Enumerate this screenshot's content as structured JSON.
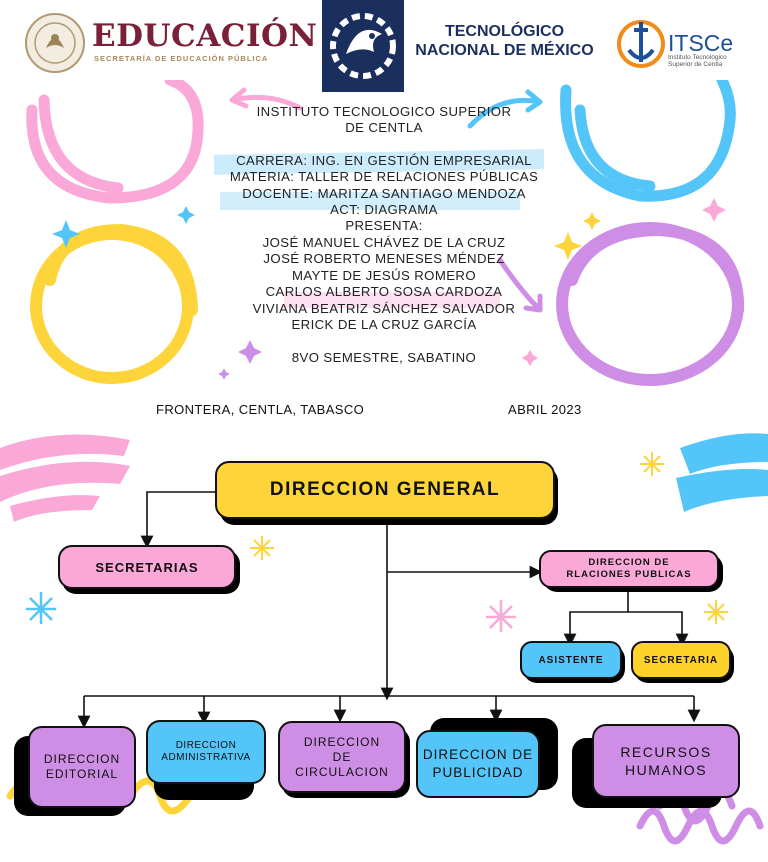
{
  "header": {
    "sep_title": "EDUCACIÓN",
    "sep_subtitle": "SECRETARÍA DE EDUCACIÓN PÚBLICA",
    "tecnm_name": "TECNOLÓGICO NACIONAL DE MÉXICO",
    "itsce_logo": "ITSCe",
    "itsce_subtitle": "Instituto Tecnológico Superior de Centla"
  },
  "cover": {
    "institute_line1": "INSTITUTO TECNOLOGICO SUPERIOR",
    "institute_line2": "DE CENTLA",
    "carrera": "CARRERA: ING. EN GESTIÓN EMPRESARIAL",
    "materia": "MATERIA: TALLER DE RELACIONES PÚBLICAS",
    "docente": "DOCENTE: MARITZA SANTIAGO MENDOZA",
    "act": "ACT: DIAGRAMA",
    "presenta": "PRESENTA:",
    "students": [
      "JOSÉ MANUEL CHÁVEZ DE LA CRUZ",
      "JOSÉ ROBERTO MENESES MÉNDEZ",
      "MAYTE DE JESÚS ROMERO",
      "CARLOS ALBERTO SOSA CARDOZA",
      "VIVIANA BEATRIZ SÁNCHEZ SALVADOR",
      "ERICK DE LA CRUZ GARCÍA"
    ],
    "semester": "8VO SEMESTRE, SABATINO",
    "place": "FRONTERA, CENTLA, TABASCO",
    "date": "ABRIL 2023"
  },
  "org": {
    "general": "DIRECCION GENERAL",
    "secretarias": "SECRETARIAS",
    "relaciones_line1": "DIRECCION DE",
    "relaciones_line2": "RLACIONES PUBLICAS",
    "asistente": "ASISTENTE",
    "secretaria": "SECRETARIA",
    "editorial_line1": "DIRECCION",
    "editorial_line2": "EDITORIAL",
    "administrativa_line1": "DIRECCION",
    "administrativa_line2": "ADMINISTRATIVA",
    "circulacion_line1": "DIRECCION",
    "circulacion_line2": "DE",
    "circulacion_line3": "CIRCULACION",
    "publicidad_line1": "DIRECCION DE",
    "publicidad_line2": "PUBLICIDAD",
    "rh_line1": "RECURSOS",
    "rh_line2": "HUMANOS"
  },
  "colors": {
    "pink": "#f9a8d8",
    "blue": "#54c5f8",
    "yellow": "#fdd43a",
    "purple": "#cf8ee6",
    "gold": "#ffd12b",
    "navy": "#1b2f5e",
    "maroon": "#7a2139"
  }
}
